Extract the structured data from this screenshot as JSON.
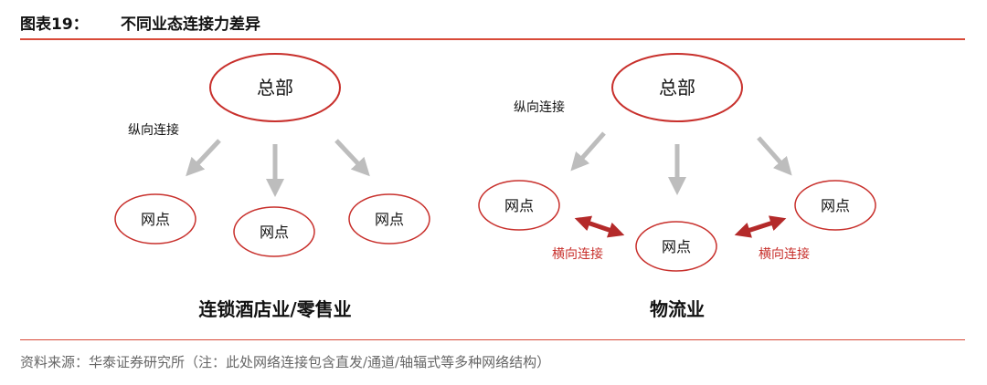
{
  "header": {
    "figure_label": "图表19：",
    "title": "不同业态连接力差异"
  },
  "left": {
    "hq": "总部",
    "vertical_label": "纵向连接",
    "nodes": [
      "网点",
      "网点",
      "网点"
    ],
    "caption": "连锁酒店业/零售业"
  },
  "right": {
    "hq": "总部",
    "vertical_label": "纵向连接",
    "nodes": [
      "网点",
      "网点",
      "网点"
    ],
    "horizontal_labels": [
      "横向连接",
      "横向连接"
    ],
    "caption": "物流业"
  },
  "footer": {
    "source": "资料来源：华泰证券研究所（注：此处网络连接包含直发/通道/轴辐式等多种网络结构）"
  },
  "colors": {
    "accent_red": "#c8302c",
    "rule_red": "#d84a38",
    "arrow_gray": "#bdbdbd",
    "source_gray": "#666666"
  }
}
